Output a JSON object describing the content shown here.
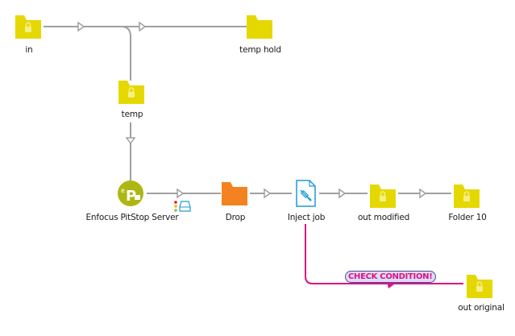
{
  "flow": {
    "nodes": [
      {
        "id": "in",
        "type": "folder-locked",
        "label": "in",
        "color": "#e5d800"
      },
      {
        "id": "temp-hold",
        "type": "folder",
        "label": "temp hold",
        "color": "#e5d800"
      },
      {
        "id": "temp",
        "type": "folder-locked",
        "label": "temp",
        "color": "#e5d800"
      },
      {
        "id": "pitstop",
        "type": "app",
        "label": "Enfocus PitStop Server",
        "color": "#adb712"
      },
      {
        "id": "drop",
        "type": "folder",
        "label": "Drop",
        "color": "#f58220"
      },
      {
        "id": "inject",
        "type": "inject-job",
        "label": "Inject job",
        "color": "#1e9ad6"
      },
      {
        "id": "out-modified",
        "type": "folder-locked",
        "label": "out modified",
        "color": "#e5d800"
      },
      {
        "id": "folder-10",
        "type": "folder-locked",
        "label": "Folder 10",
        "color": "#e5d800"
      },
      {
        "id": "out-original",
        "type": "folder-locked",
        "label": "out original",
        "color": "#e5d800"
      }
    ],
    "connections": [
      {
        "from": "in",
        "to": "temp-hold",
        "color": "#a0a0a0"
      },
      {
        "from": "in",
        "to": "temp",
        "color": "#a0a0a0"
      },
      {
        "from": "temp",
        "to": "pitstop",
        "color": "#a0a0a0"
      },
      {
        "from": "pitstop",
        "to": "drop",
        "color": "#a0a0a0"
      },
      {
        "from": "drop",
        "to": "inject",
        "color": "#a0a0a0"
      },
      {
        "from": "inject",
        "to": "out-modified",
        "color": "#a0a0a0"
      },
      {
        "from": "out-modified",
        "to": "folder-10",
        "color": "#a0a0a0"
      },
      {
        "from": "inject",
        "to": "out-original",
        "color": "#e0127f",
        "warning": "CHECK CONDITION!"
      }
    ],
    "status_lights": [
      "#e8141c",
      "#f2b705",
      "#8cc63f"
    ],
    "server_icon_color": "#1e9ad6"
  }
}
